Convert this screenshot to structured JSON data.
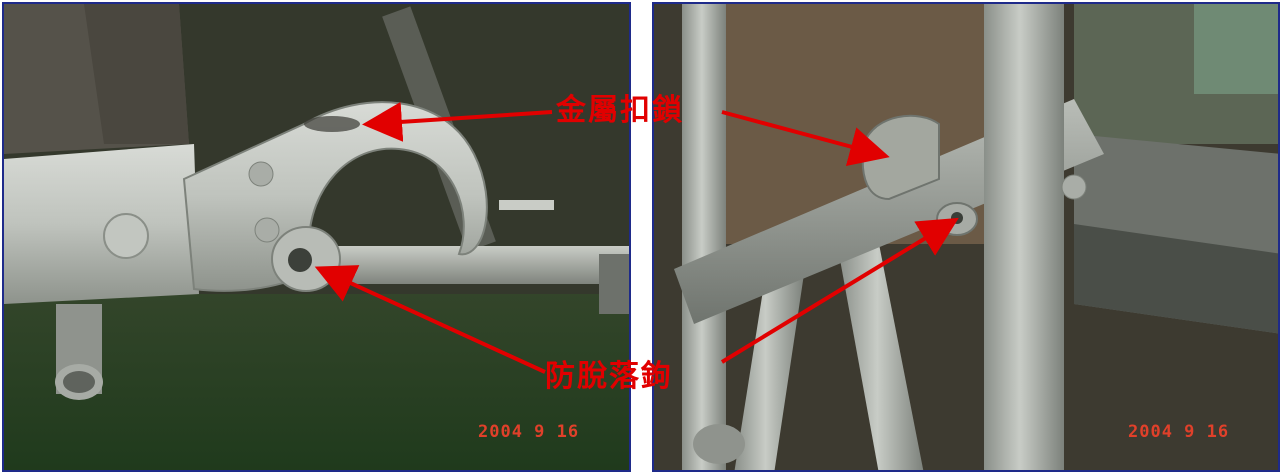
{
  "labels": {
    "metal_lock": "金屬扣鎖",
    "anti_drop_hook": "防脫落鉤"
  },
  "photos": {
    "left": {
      "date_stamp": "2004  9 16"
    },
    "right": {
      "date_stamp": "2004  9 16"
    }
  },
  "colors": {
    "frame_border": "#1e2a8a",
    "callout_text": "#e10000",
    "arrow": "#e10000",
    "date_stamp": "#e0402a"
  }
}
